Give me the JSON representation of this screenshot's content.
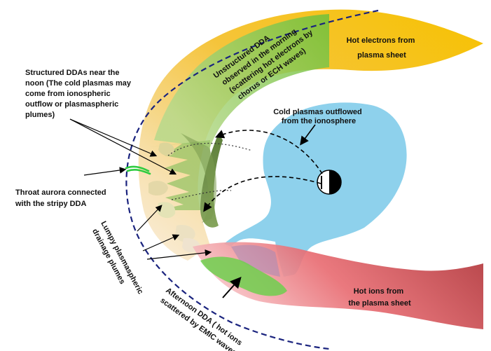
{
  "labels": {
    "hot_electrons": [
      "Hot electrons from",
      "plasma sheet"
    ],
    "unstructured_dda": [
      "Unstructured  DDA",
      "observed in the morning",
      "(scattering hot electrons by",
      "chorus or ECH waves)"
    ],
    "structured_dda": [
      "Structured DDAs near the",
      "noon (The cold plasmas may",
      "come         from         ionospheric",
      "outflow      or      plasmaspheric",
      "plumes)"
    ],
    "cold_plasma": [
      "Cold plasmas outflowed",
      "from the ionosphere"
    ],
    "throat_aurora": [
      "Throat  aurora  connected",
      "with the stripy DDA"
    ],
    "lumpy_plumes": [
      "Lumpy plasmaspheric",
      "drainage plumes"
    ],
    "afternoon_dda": [
      "Afternoon DDA  ( hot ions",
      "scattered by EMIC waves)"
    ],
    "hot_ions": [
      "Hot ions from",
      "the plasma sheet"
    ]
  },
  "colors": {
    "electron_belt": "#f5c518",
    "ion_belt": "#e8626a",
    "plasmasphere": "#87ceeb",
    "dda_green": "#7dc142",
    "magnetopause": "#1a237e",
    "throat_aurora": "#2ecc40"
  }
}
